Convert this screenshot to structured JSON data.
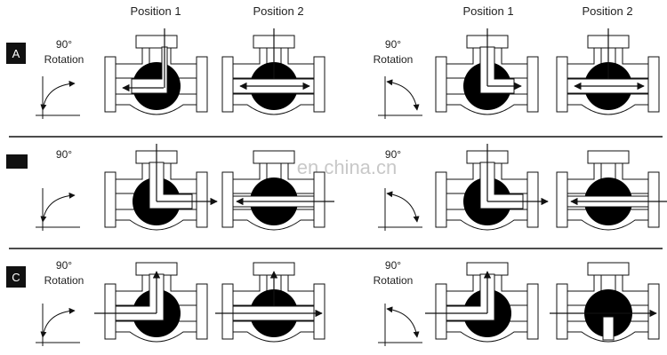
{
  "headers": {
    "left_position_1": "Position 1",
    "left_position_2": "Position 2",
    "right_position_1": "Position 1",
    "right_position_2": "Position 2"
  },
  "rows": [
    {
      "tag": "A",
      "rotation_degrees": "90°",
      "rotation_word": "Rotation"
    },
    {
      "tag": "",
      "rotation_degrees": "90°",
      "rotation_word": ""
    },
    {
      "tag": "C",
      "rotation_degrees": "90°",
      "rotation_word": "Rotation"
    }
  ],
  "watermark": "en.china.cn",
  "colors": {
    "line": "#111111",
    "ball": "#000000",
    "tag_bg": "#111111",
    "background": "#ffffff"
  }
}
